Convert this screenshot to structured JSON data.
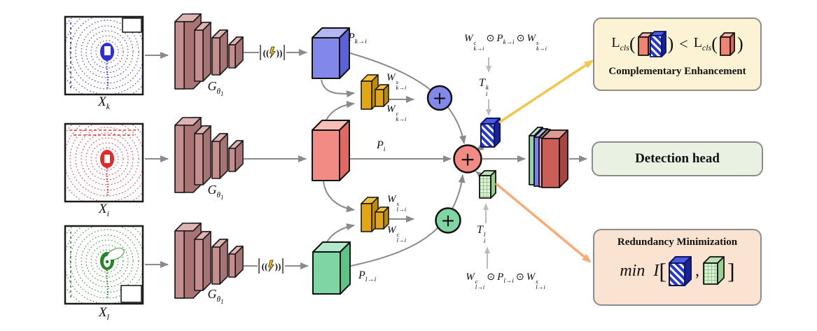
{
  "inputs": [
    {
      "id": "k",
      "label": {
        "base": "X",
        "sub": "k"
      },
      "color": "#1a1acc"
    },
    {
      "id": "i",
      "label": {
        "base": "X",
        "sub": "i"
      },
      "color": "#e01414"
    },
    {
      "id": "l",
      "label": {
        "base": "X",
        "sub": "l"
      },
      "color": "#117a11"
    }
  ],
  "encoder_label": {
    "base": "G",
    "sub": "θ",
    "subsub": "1"
  },
  "icons": {
    "transmit": {
      "open": "((",
      "close": "))"
    }
  },
  "features": {
    "p_k": {
      "base": "P",
      "sub": "k→i"
    },
    "p_i": {
      "base": "P",
      "sub": "i"
    },
    "p_l": {
      "base": "P",
      "sub": "l→i"
    }
  },
  "weights": {
    "s_k": {
      "base": "W",
      "sup": "s",
      "sub": "k→i"
    },
    "c_k": {
      "base": "W",
      "sup": "c",
      "sub": "k→i"
    },
    "s_l": {
      "base": "W",
      "sup": "s",
      "sub": "l→i"
    },
    "c_l": {
      "base": "W",
      "sup": "c",
      "sub": "l→i"
    }
  },
  "transforms": {
    "t_k": {
      "base": "T",
      "sup": "k",
      "sub": "i"
    },
    "t_l": {
      "base": "T",
      "sup": "l",
      "sub": "i"
    }
  },
  "ops": {
    "odot": "⊙",
    "plus": "+",
    "less_than": "<",
    "comma": ",",
    "lparen": "(",
    "rparen": ")",
    "lbracket": "[",
    "rbracket": "]"
  },
  "callouts": {
    "complementary": {
      "title": "Complementary Enhancement",
      "loss": {
        "base": "L",
        "sub": "cls"
      }
    },
    "detection_head": {
      "label": "Detection head"
    },
    "redundancy": {
      "title": "Redundancy Minimization",
      "min": "min",
      "mutual": "I"
    }
  },
  "colors": {
    "agent_k": "#1a1acc",
    "agent_i": "#e01414",
    "agent_l": "#117a11",
    "feature_k": "#8287ea",
    "feature_i": "#f28b84",
    "feature_l": "#7fd6a4",
    "weight_gold": "#e2a614",
    "encoder_rose": "#c68e8e",
    "fused_k_blue": "#2336cf",
    "fused_l_green": "#ddefd5",
    "callout_cream": "#fcf3d4",
    "callout_green": "#e9f1e2",
    "callout_peach": "#fbe3d2",
    "arrow_gray": "#8a8a8a",
    "arrow_light": "#bcbcbc",
    "arrow_yellow": "#f3c64b",
    "arrow_orange": "#f7ab76"
  }
}
